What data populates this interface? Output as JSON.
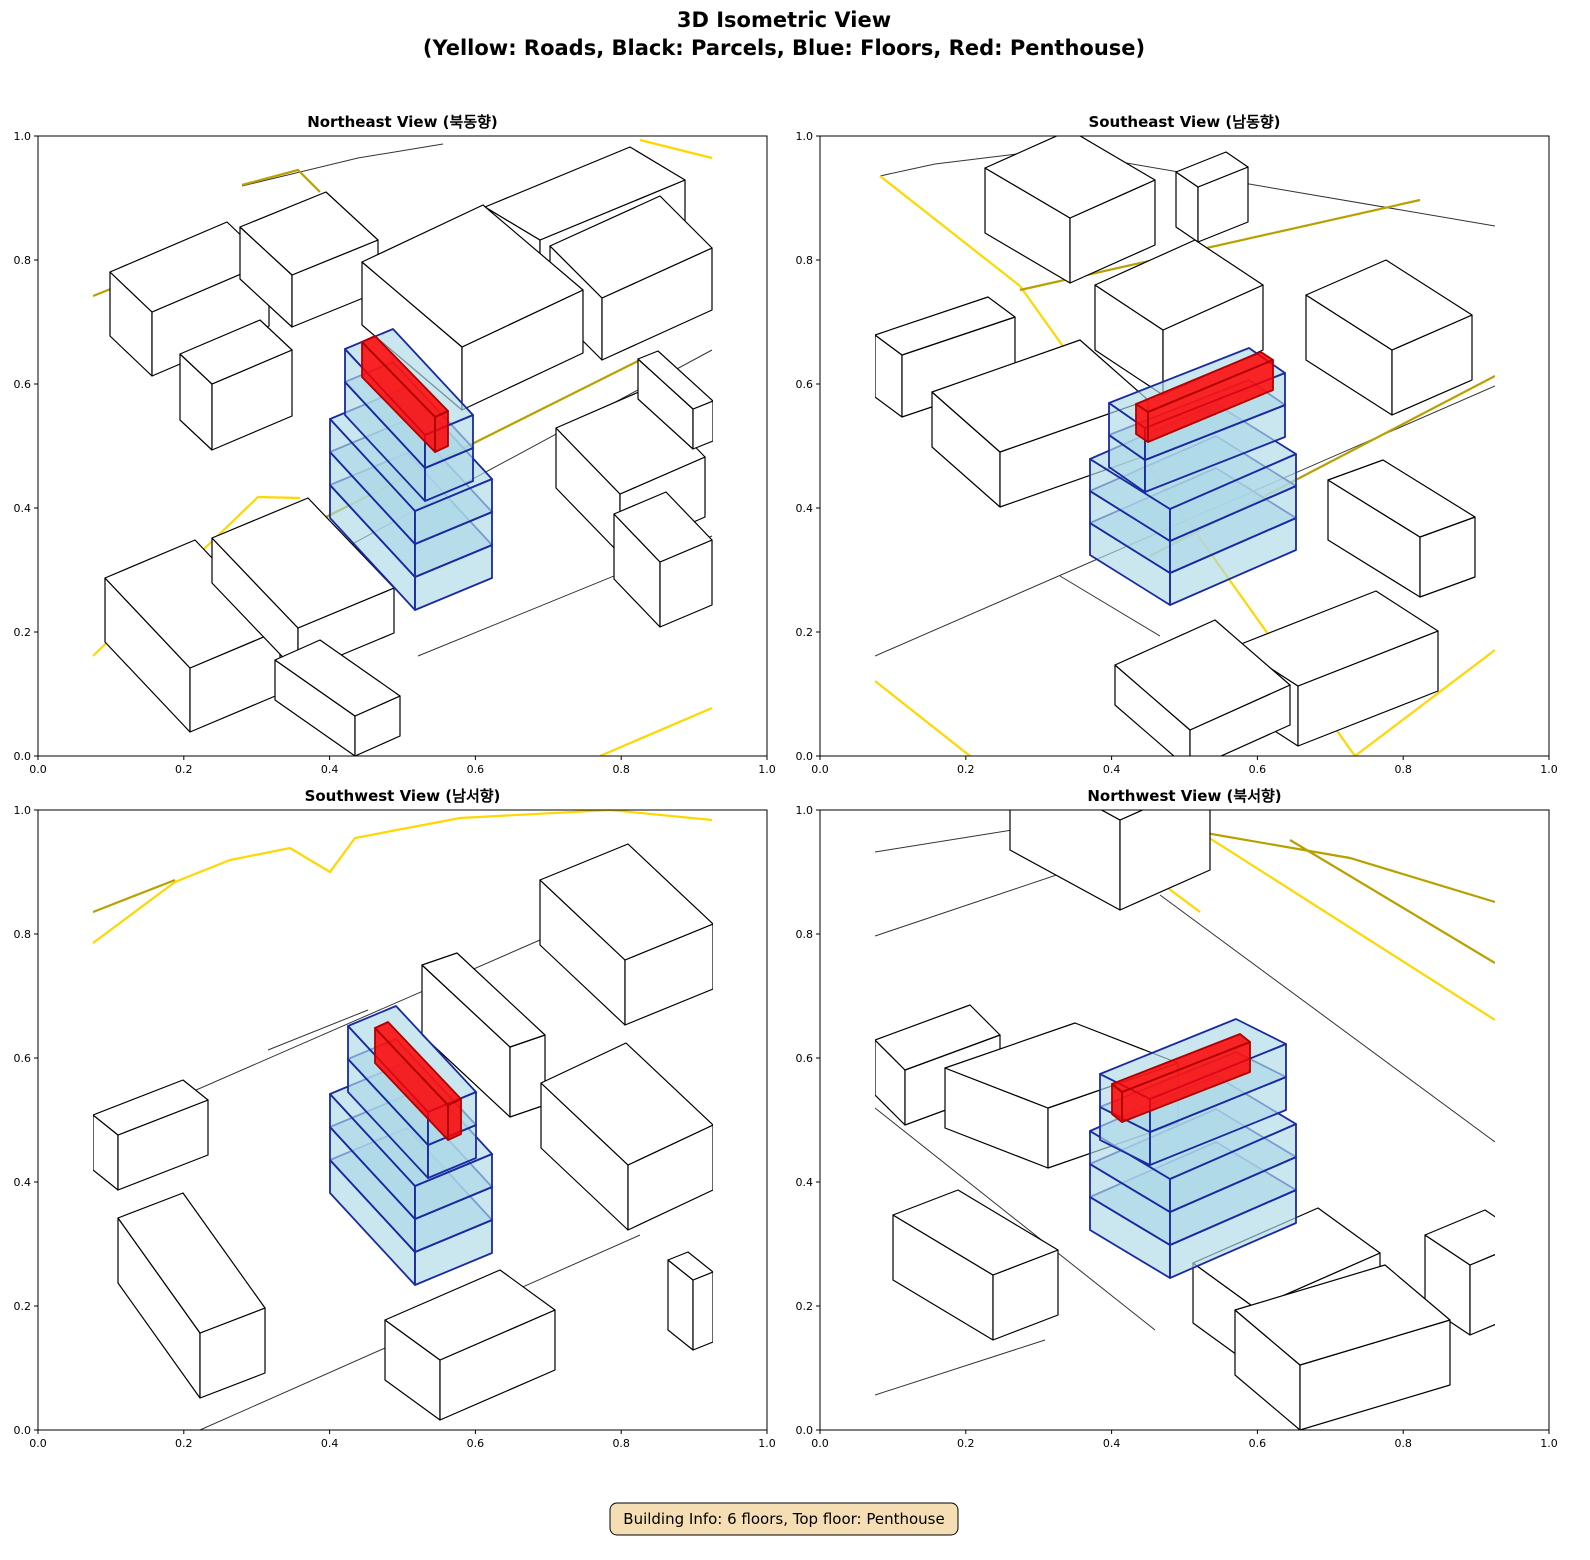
{
  "figure": {
    "title_line1": "3D Isometric View",
    "title_line2": "(Yellow: Roads, Black: Parcels, Blue: Floors, Red: Penthouse)"
  },
  "panels": [
    {
      "title": "Northeast View (북동향)"
    },
    {
      "title": "Southeast View (남동향)"
    },
    {
      "title": "Southwest View (남서향)"
    },
    {
      "title": "Northwest View (북서향)"
    }
  ],
  "axes": {
    "x_ticks": [
      "0.0",
      "0.2",
      "0.4",
      "0.6",
      "0.8",
      "1.0"
    ],
    "y_ticks": [
      "0.0",
      "0.2",
      "0.4",
      "0.6",
      "0.8",
      "1.0"
    ],
    "xlim": [
      0,
      1
    ],
    "ylim": [
      0,
      1
    ]
  },
  "info_box": "Building Info: 6 floors, Top floor: Penthouse",
  "building": {
    "floors": 6,
    "top_floor": "Penthouse"
  },
  "colors": {
    "road": "#ffd700",
    "road_dark": "#b8a000",
    "parcel": "#000000",
    "floor_fill": "#add8e6",
    "floor_edge": "#1a2aa0",
    "penthouse": "#ff0000",
    "info_bg": "#f5deb3"
  }
}
